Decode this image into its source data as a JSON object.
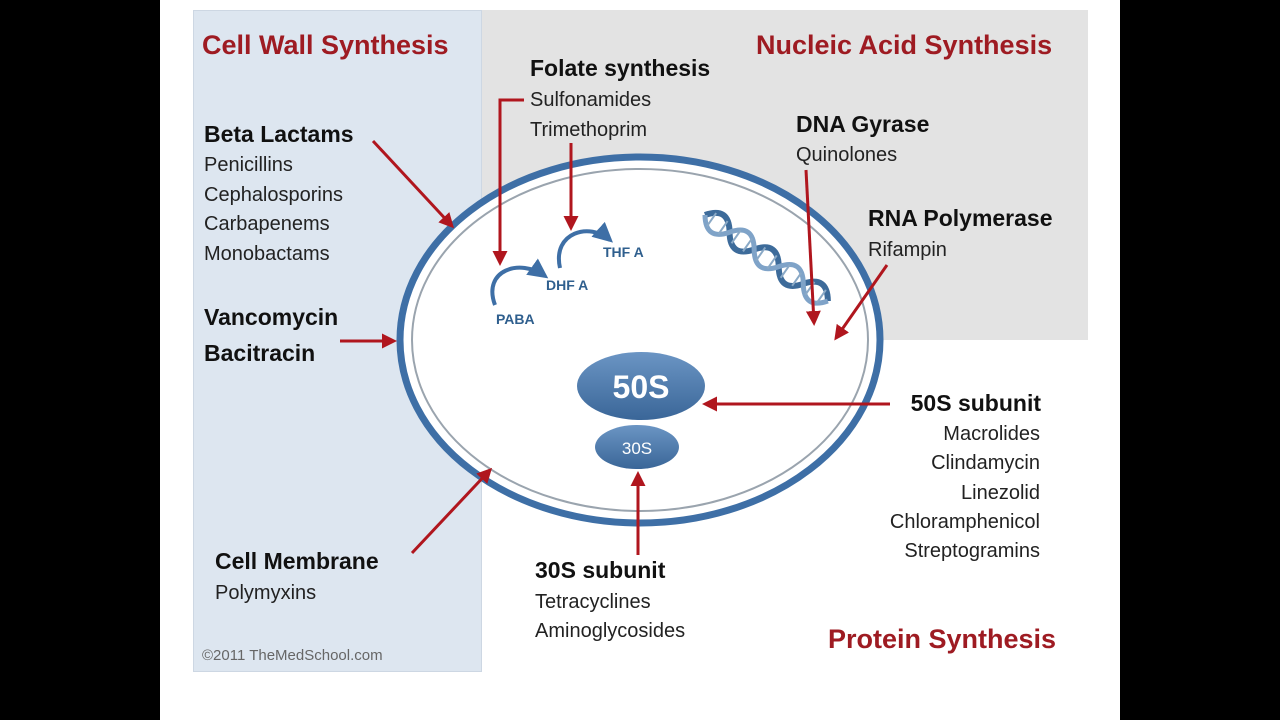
{
  "sections": {
    "cell_wall": "Cell Wall Synthesis",
    "nucleic_acid": "Nucleic Acid Synthesis",
    "protein": "Protein Synthesis"
  },
  "folate": {
    "title": "Folate synthesis",
    "items": [
      "Sulfonamides",
      "Trimethoprim"
    ]
  },
  "beta_lactams": {
    "title": "Beta Lactams",
    "items": [
      "Penicillins",
      "Cephalosporins",
      "Carbapenems",
      "Monobactams"
    ]
  },
  "vanco": {
    "line1": "Vancomycin",
    "line2": "Bacitracin"
  },
  "dna_gyrase": {
    "title": "DNA Gyrase",
    "items": [
      "Quinolones"
    ]
  },
  "rna_polymerase": {
    "title": "RNA Polymerase",
    "items": [
      "Rifampin"
    ]
  },
  "subunit_50s": {
    "title": "50S subunit",
    "items": [
      "Macrolides",
      "Clindamycin",
      "Linezolid",
      "Chloramphenicol",
      "Streptogramins"
    ]
  },
  "subunit_30s": {
    "title": "30S subunit",
    "items": [
      "Tetracyclines",
      "Aminoglycosides"
    ]
  },
  "cell_membrane": {
    "title": "Cell Membrane",
    "items": [
      "Polymyxins"
    ]
  },
  "cell_labels": {
    "paba": "PABA",
    "dhfa": "DHF A",
    "thfa": "THF A",
    "ribo_50s": "50S",
    "ribo_30s": "30S"
  },
  "copyright": "©2011 TheMedSchool.com",
  "colors": {
    "arrow": "#b0161e",
    "membrane": "#3e6fa6",
    "ribosome": "#4a78aa",
    "panel_left": "#dde6f0",
    "panel_right": "#e3e3e3"
  }
}
